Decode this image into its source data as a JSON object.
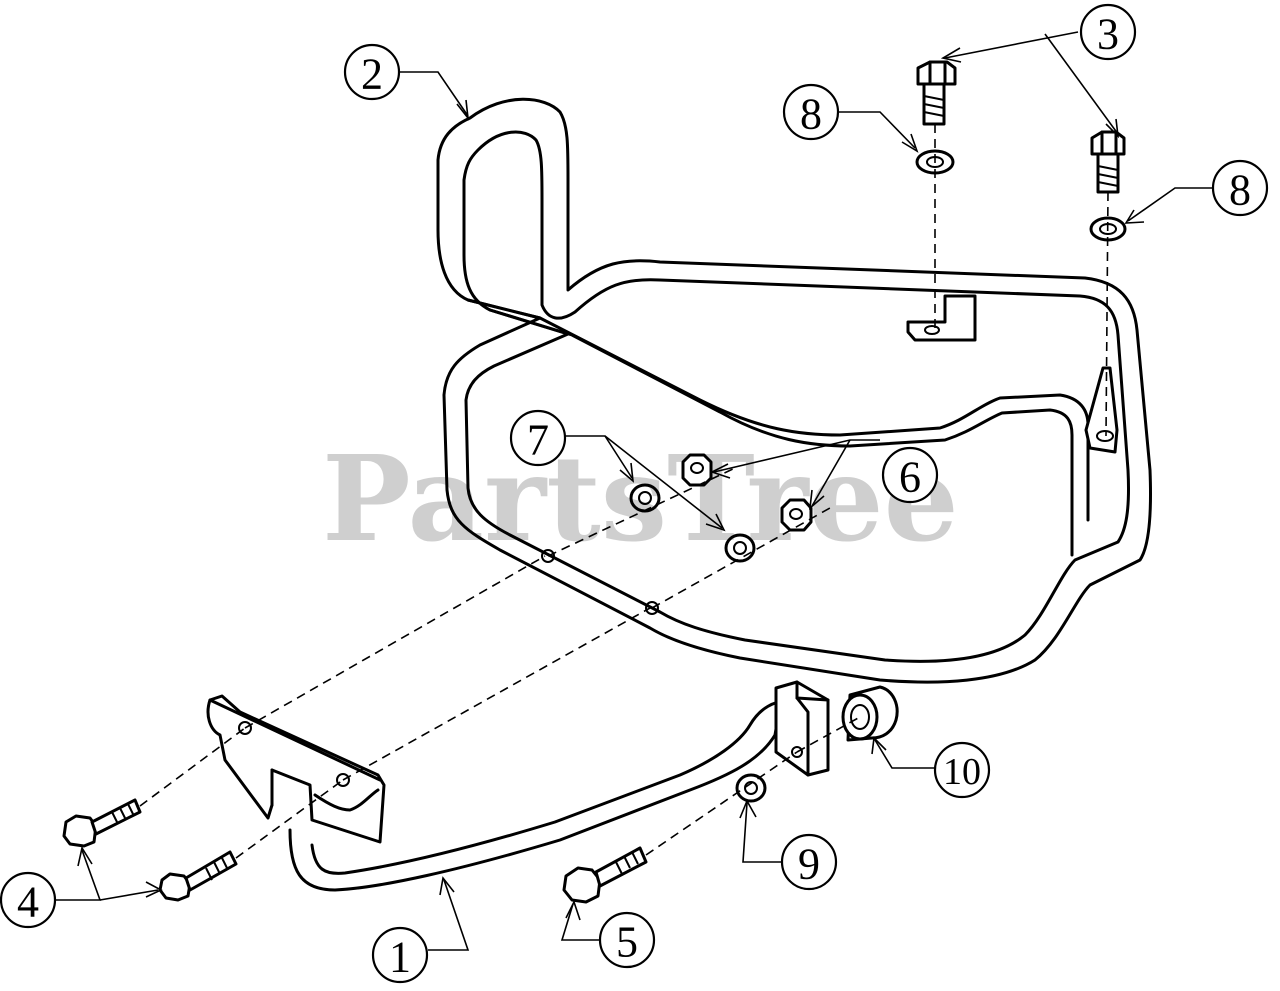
{
  "watermark": {
    "text": "PartsTree"
  },
  "callouts": [
    {
      "id": "1",
      "label": "1"
    },
    {
      "id": "2",
      "label": "2"
    },
    {
      "id": "3",
      "label": "3"
    },
    {
      "id": "4",
      "label": "4"
    },
    {
      "id": "5",
      "label": "5"
    },
    {
      "id": "6",
      "label": "6"
    },
    {
      "id": "7",
      "label": "7"
    },
    {
      "id": "8a",
      "label": "8"
    },
    {
      "id": "8b",
      "label": "8"
    },
    {
      "id": "9",
      "label": "9"
    },
    {
      "id": "10",
      "label": "10"
    }
  ]
}
